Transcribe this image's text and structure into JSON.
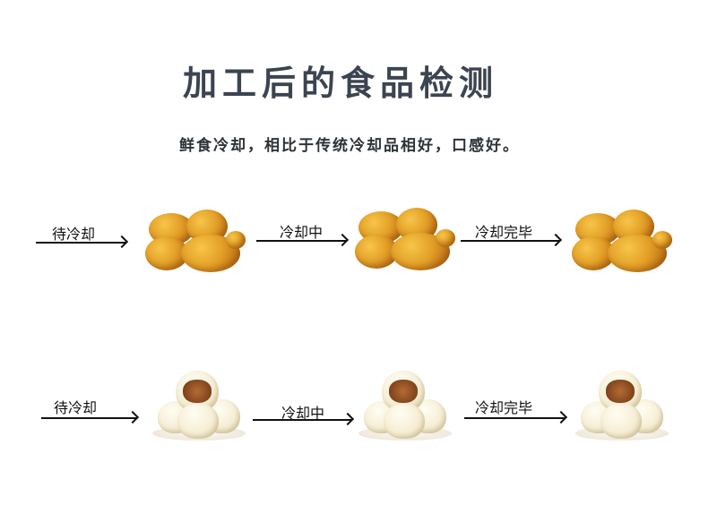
{
  "title": "加工后的食品检测",
  "subtitle": "鲜食冷却，相比于传统冷却品相好，口感好。",
  "rows": [
    {
      "food": "fried-chicken",
      "steps": [
        {
          "label": "待冷却"
        },
        {
          "label": "冷却中"
        },
        {
          "label": "冷却完毕"
        }
      ]
    },
    {
      "food": "steamed-bun",
      "steps": [
        {
          "label": "待冷却"
        },
        {
          "label": "冷却中"
        },
        {
          "label": "冷却完毕"
        }
      ]
    }
  ],
  "colors": {
    "title": "#3b4450",
    "text": "#111111",
    "chicken": "#e3a027",
    "bun": "#f6eed5"
  }
}
